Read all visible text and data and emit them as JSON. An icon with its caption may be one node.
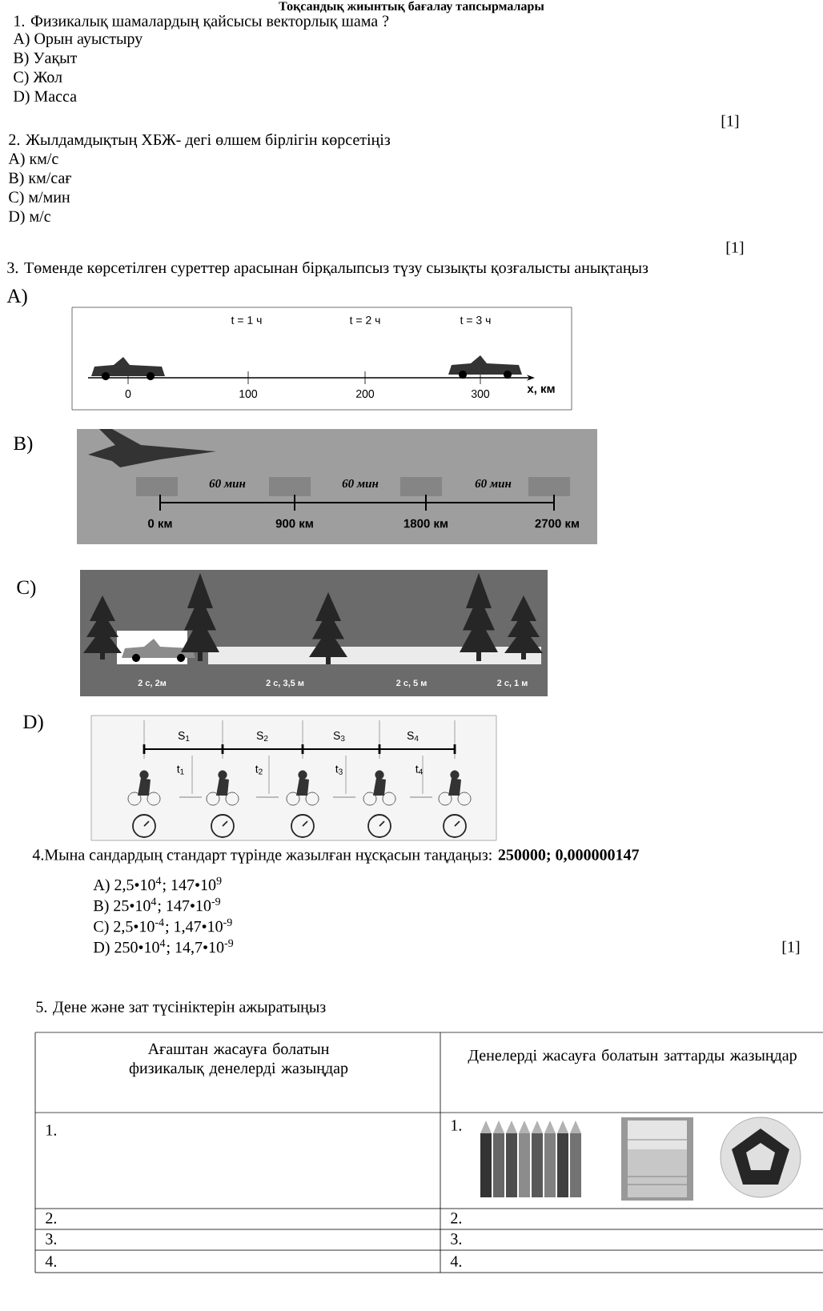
{
  "diagram": {
    "title": "Тоқсандық жиынтық бағалау тапсырмалары",
    "labels": [
      "1. Физикалық шамалардың қайсысы векторлық шама ?",
      "A) Орын ауыстыру",
      "B) Уақыт",
      "C) Жол",
      "D) Масса",
      "[1]",
      "2. Жылдамдықтың    ХБЖ- дегі   өлшем бірлігін көрсетіңіз",
      "A) км/с",
      "B) км/сағ",
      "C) м/мин",
      "D) м/с",
      "[1]",
      "3. Төменде көрсетілген суреттер арасынан бірқалыпсыз түзу сызықты қозғалысты анықтаңыз",
      "A)",
      "t = 1 ч",
      "t = 2 ч",
      "t = 3 ч",
      "0",
      "100",
      "200",
      "300",
      "x, км",
      "B)",
      "60 мин",
      "60 мин",
      "60 мин",
      "0 км",
      "900 км",
      "1800 км",
      "2700 км",
      "C)",
      "2 с, 2м",
      "2 с, 3,5 м",
      "2 с, 5 м",
      "2 с, 1 м",
      "D)",
      "S$_{1}$",
      "S$_{2}$",
      "S$_{3}$",
      "S$_{4}$",
      "t$_{1}$",
      "t$_{2}$",
      "t$_{3}$",
      "t$_{4}$",
      "4.Мына сандардың стандарт түрінде жазылған нұсқасын таңдаңыз: **250000;  0,000000147**",
      "A) 2,5•10$^{4}$;   147•10$^{9}$",
      "B) 25•10$^{4}$;    147•10$^{-9}$",
      "C) 2,5•10$^{-4}$;  1,47•10$^{-9}$",
      "D) 250•10$^{4}$; 14,7•10$^{-9}$",
      "[1]",
      "5. Дене және зат түсініктерін ажыратыңыз",
      "Ағаштан жасауға болатын физикалық денелерді жазыңдар",
      "Денелерді жасауға болатын заттарды жазыңдар",
      "1.",
      "1.",
      "2.",
      "2.",
      "3.",
      "3.",
      "4.",
      "4."
    ]
  }
}
